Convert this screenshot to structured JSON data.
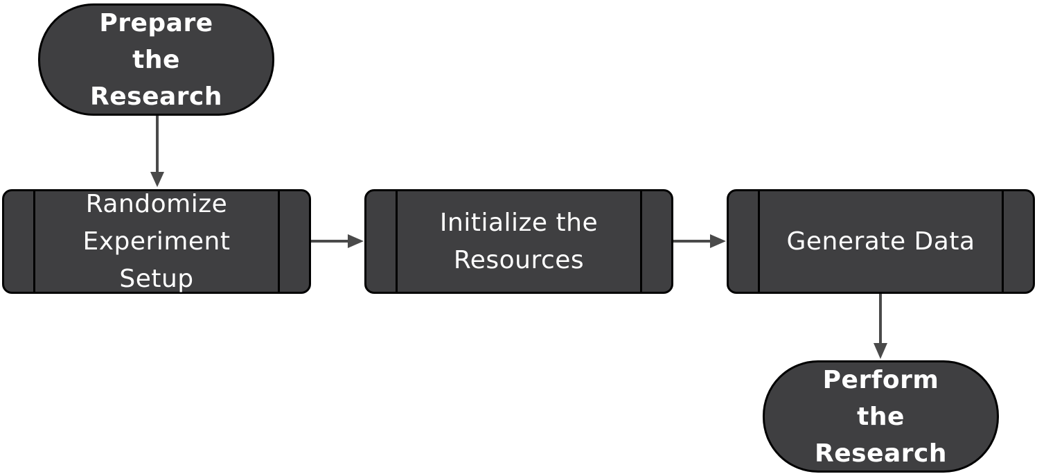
{
  "diagram": {
    "nodes": [
      {
        "id": "prepare",
        "shape": "terminal",
        "label": "Prepare the Research"
      },
      {
        "id": "randomize",
        "shape": "predefined-process",
        "label": "Randomize Experiment Setup"
      },
      {
        "id": "initialize",
        "shape": "predefined-process",
        "label": "Initialize the Resources"
      },
      {
        "id": "generate",
        "shape": "predefined-process",
        "label": "Generate Data"
      },
      {
        "id": "perform",
        "shape": "terminal",
        "label": "Perform the Research"
      }
    ],
    "edges": [
      {
        "from": "prepare",
        "to": "randomize"
      },
      {
        "from": "randomize",
        "to": "initialize"
      },
      {
        "from": "initialize",
        "to": "generate"
      },
      {
        "from": "generate",
        "to": "perform"
      }
    ],
    "colors": {
      "node_fill": "#3f3f41",
      "node_border": "#000000",
      "text": "#ffffff",
      "arrow": "#4a4a4a"
    }
  }
}
